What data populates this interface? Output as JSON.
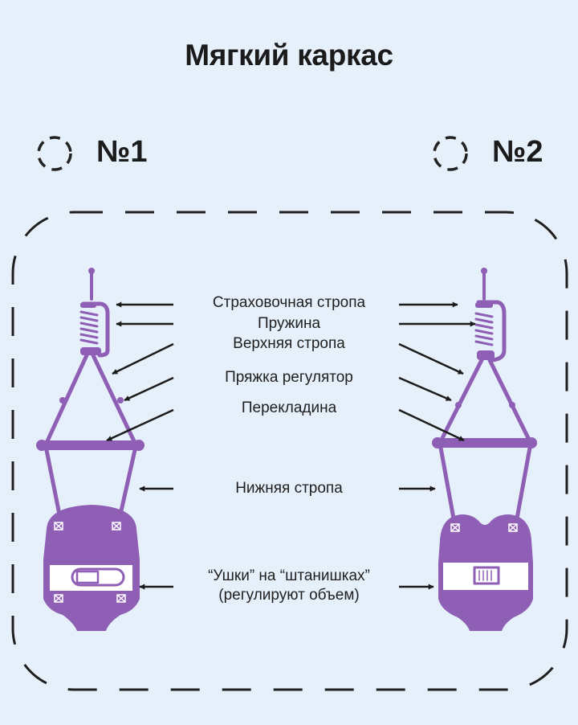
{
  "title": "Мягкий каркас",
  "variants": [
    {
      "label": "№1"
    },
    {
      "label": "№2"
    }
  ],
  "labels": {
    "safety_strap": "Страховочная стропа",
    "spring": "Пружина",
    "upper_strap": "Верхняя стропа",
    "adjuster_buckle": "Пряжка регулятор",
    "crossbar": "Перекладина",
    "lower_strap": "Нижняя стропа",
    "ears_line1": "“Ушки” на “штанишках”",
    "ears_line2": "(регулируют объем)"
  },
  "colors": {
    "background": "#e6f0fa",
    "harness": "#8f5fb6",
    "ink": "#1b1b1b"
  }
}
